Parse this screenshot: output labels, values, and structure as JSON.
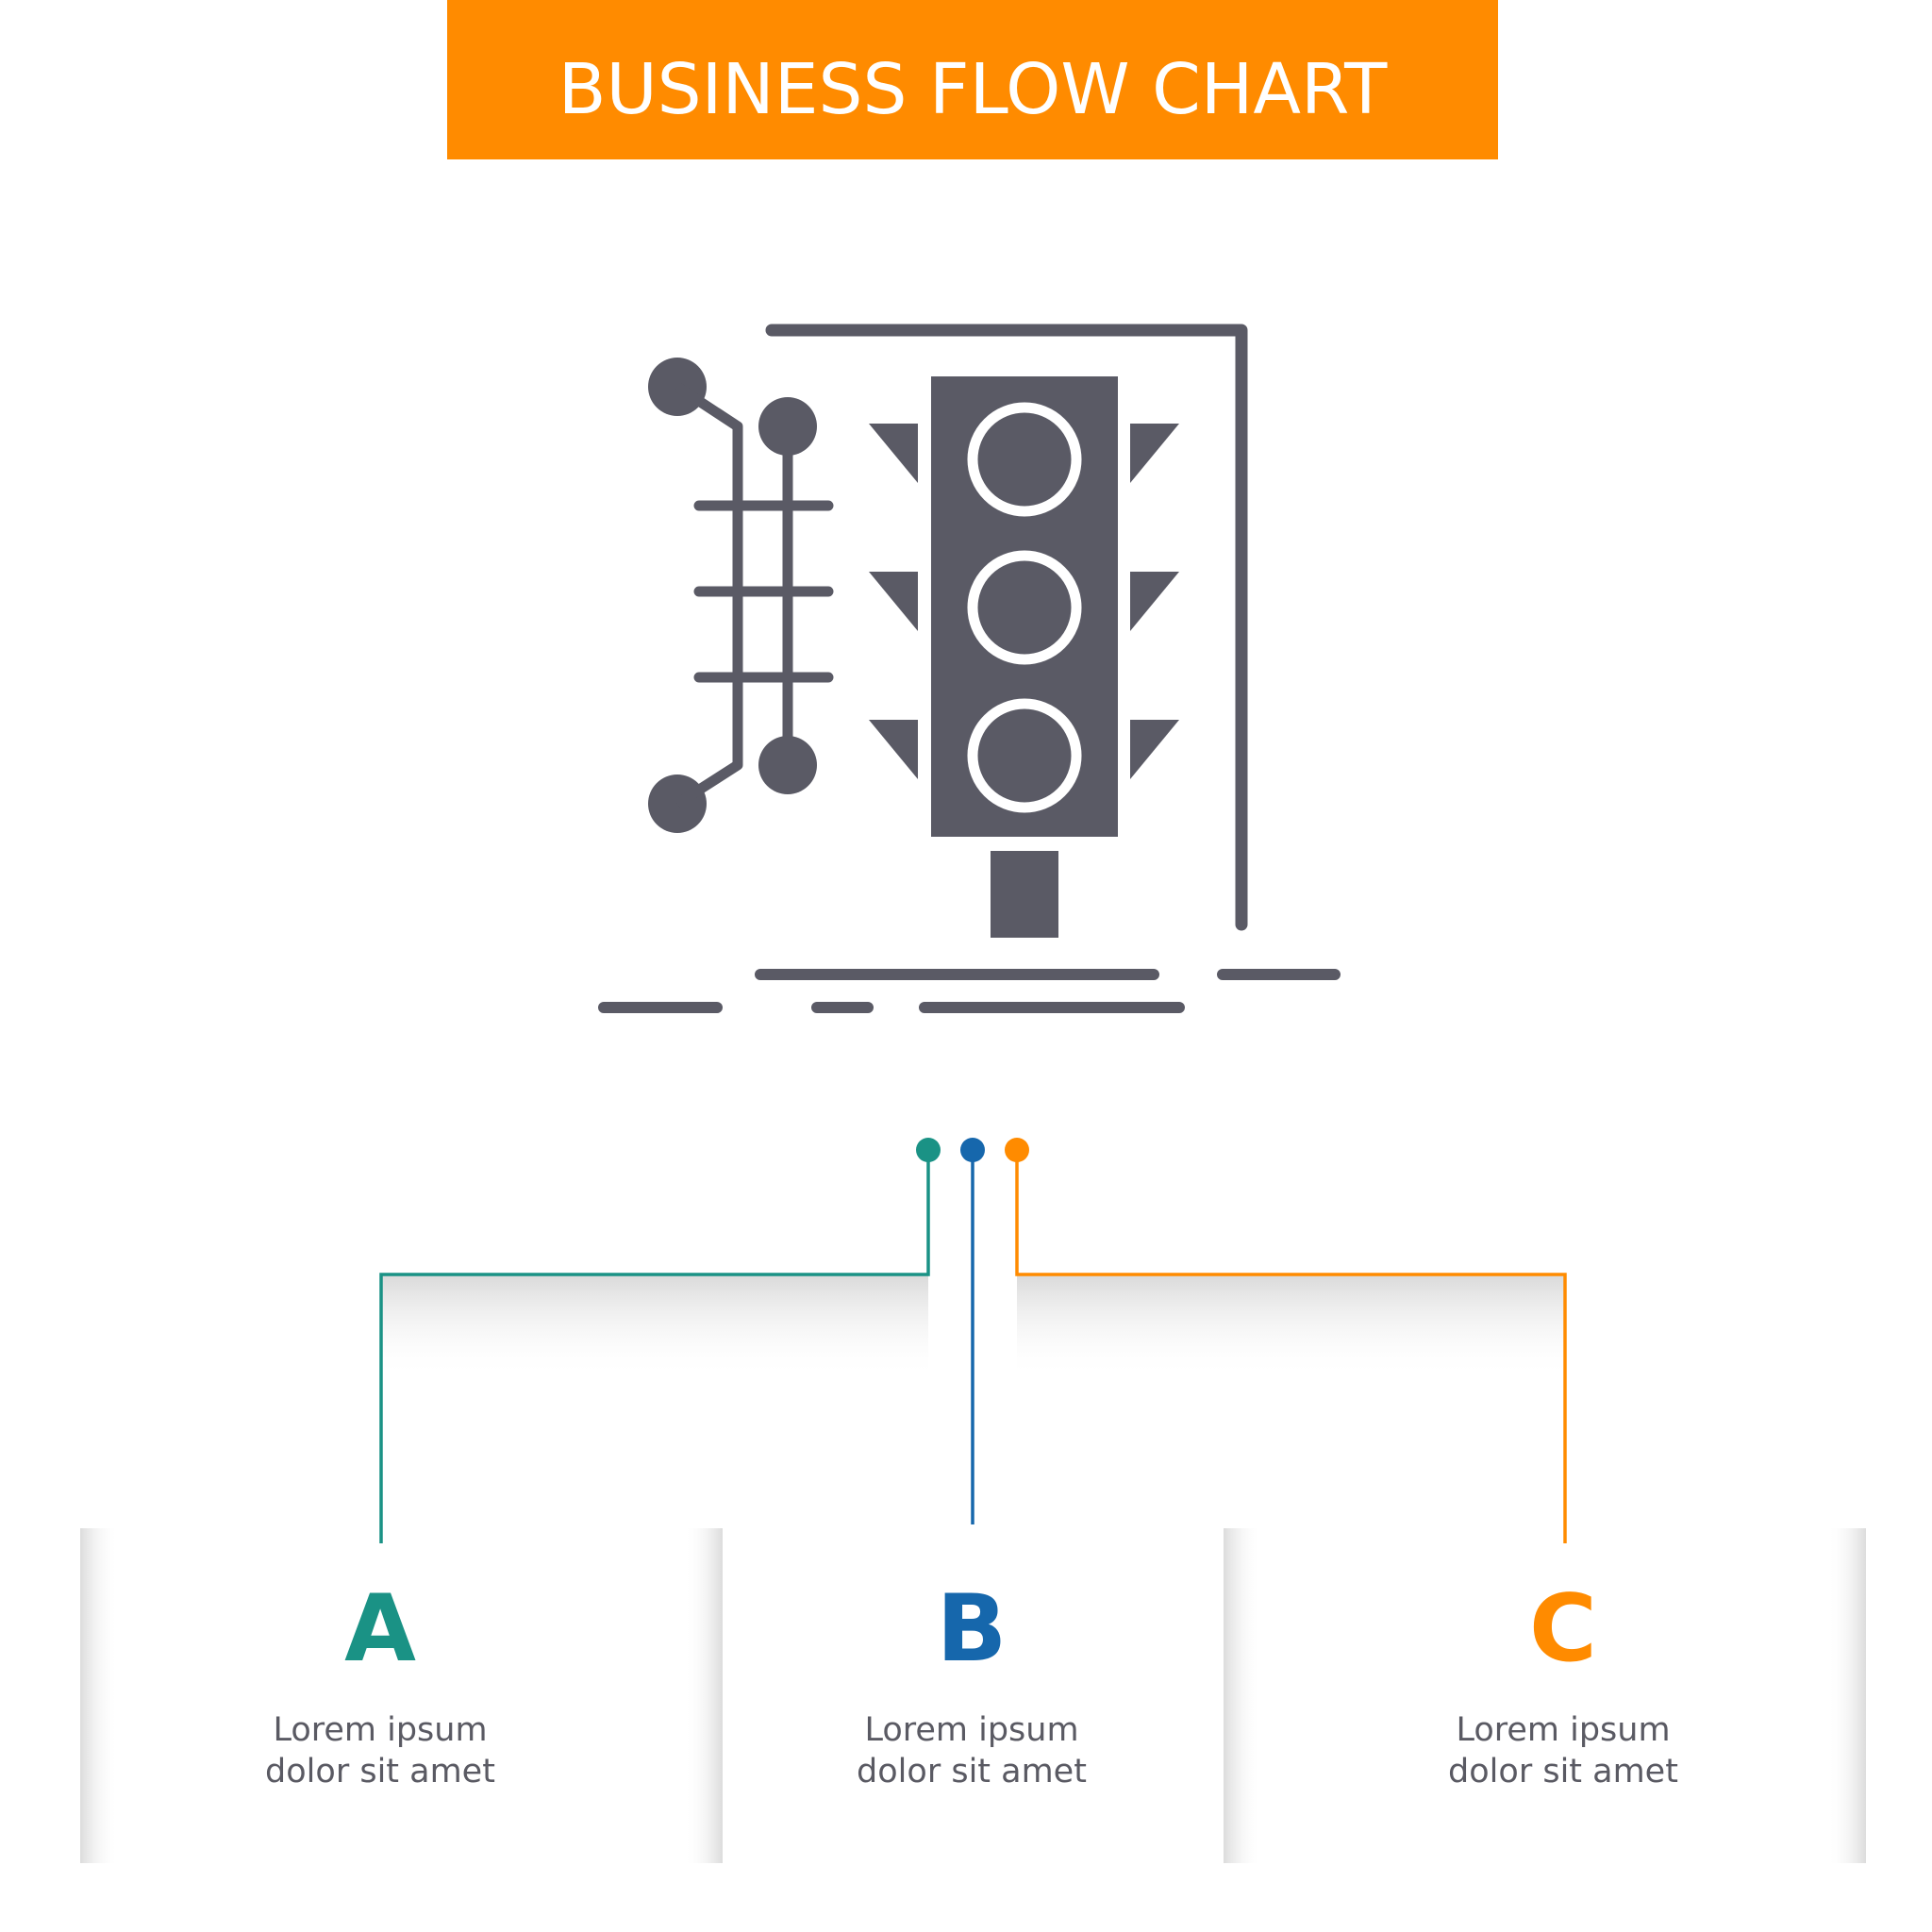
{
  "title": "BUSINESS FLOW CHART",
  "colors": {
    "banner": "#ff8b00",
    "icon": "#5a5a65",
    "teal": "#1a9285",
    "blue": "#1667ac",
    "orange": "#ff8b00",
    "body_text": "#5a5a63"
  },
  "icon": "traffic-light-icon",
  "cards": [
    {
      "letter": "A",
      "line1": "Lorem ipsum",
      "line2": "dolor sit amet"
    },
    {
      "letter": "B",
      "line1": "Lorem ipsum",
      "line2": "dolor sit amet"
    },
    {
      "letter": "C",
      "line1": "Lorem ipsum",
      "line2": "dolor sit amet"
    }
  ]
}
